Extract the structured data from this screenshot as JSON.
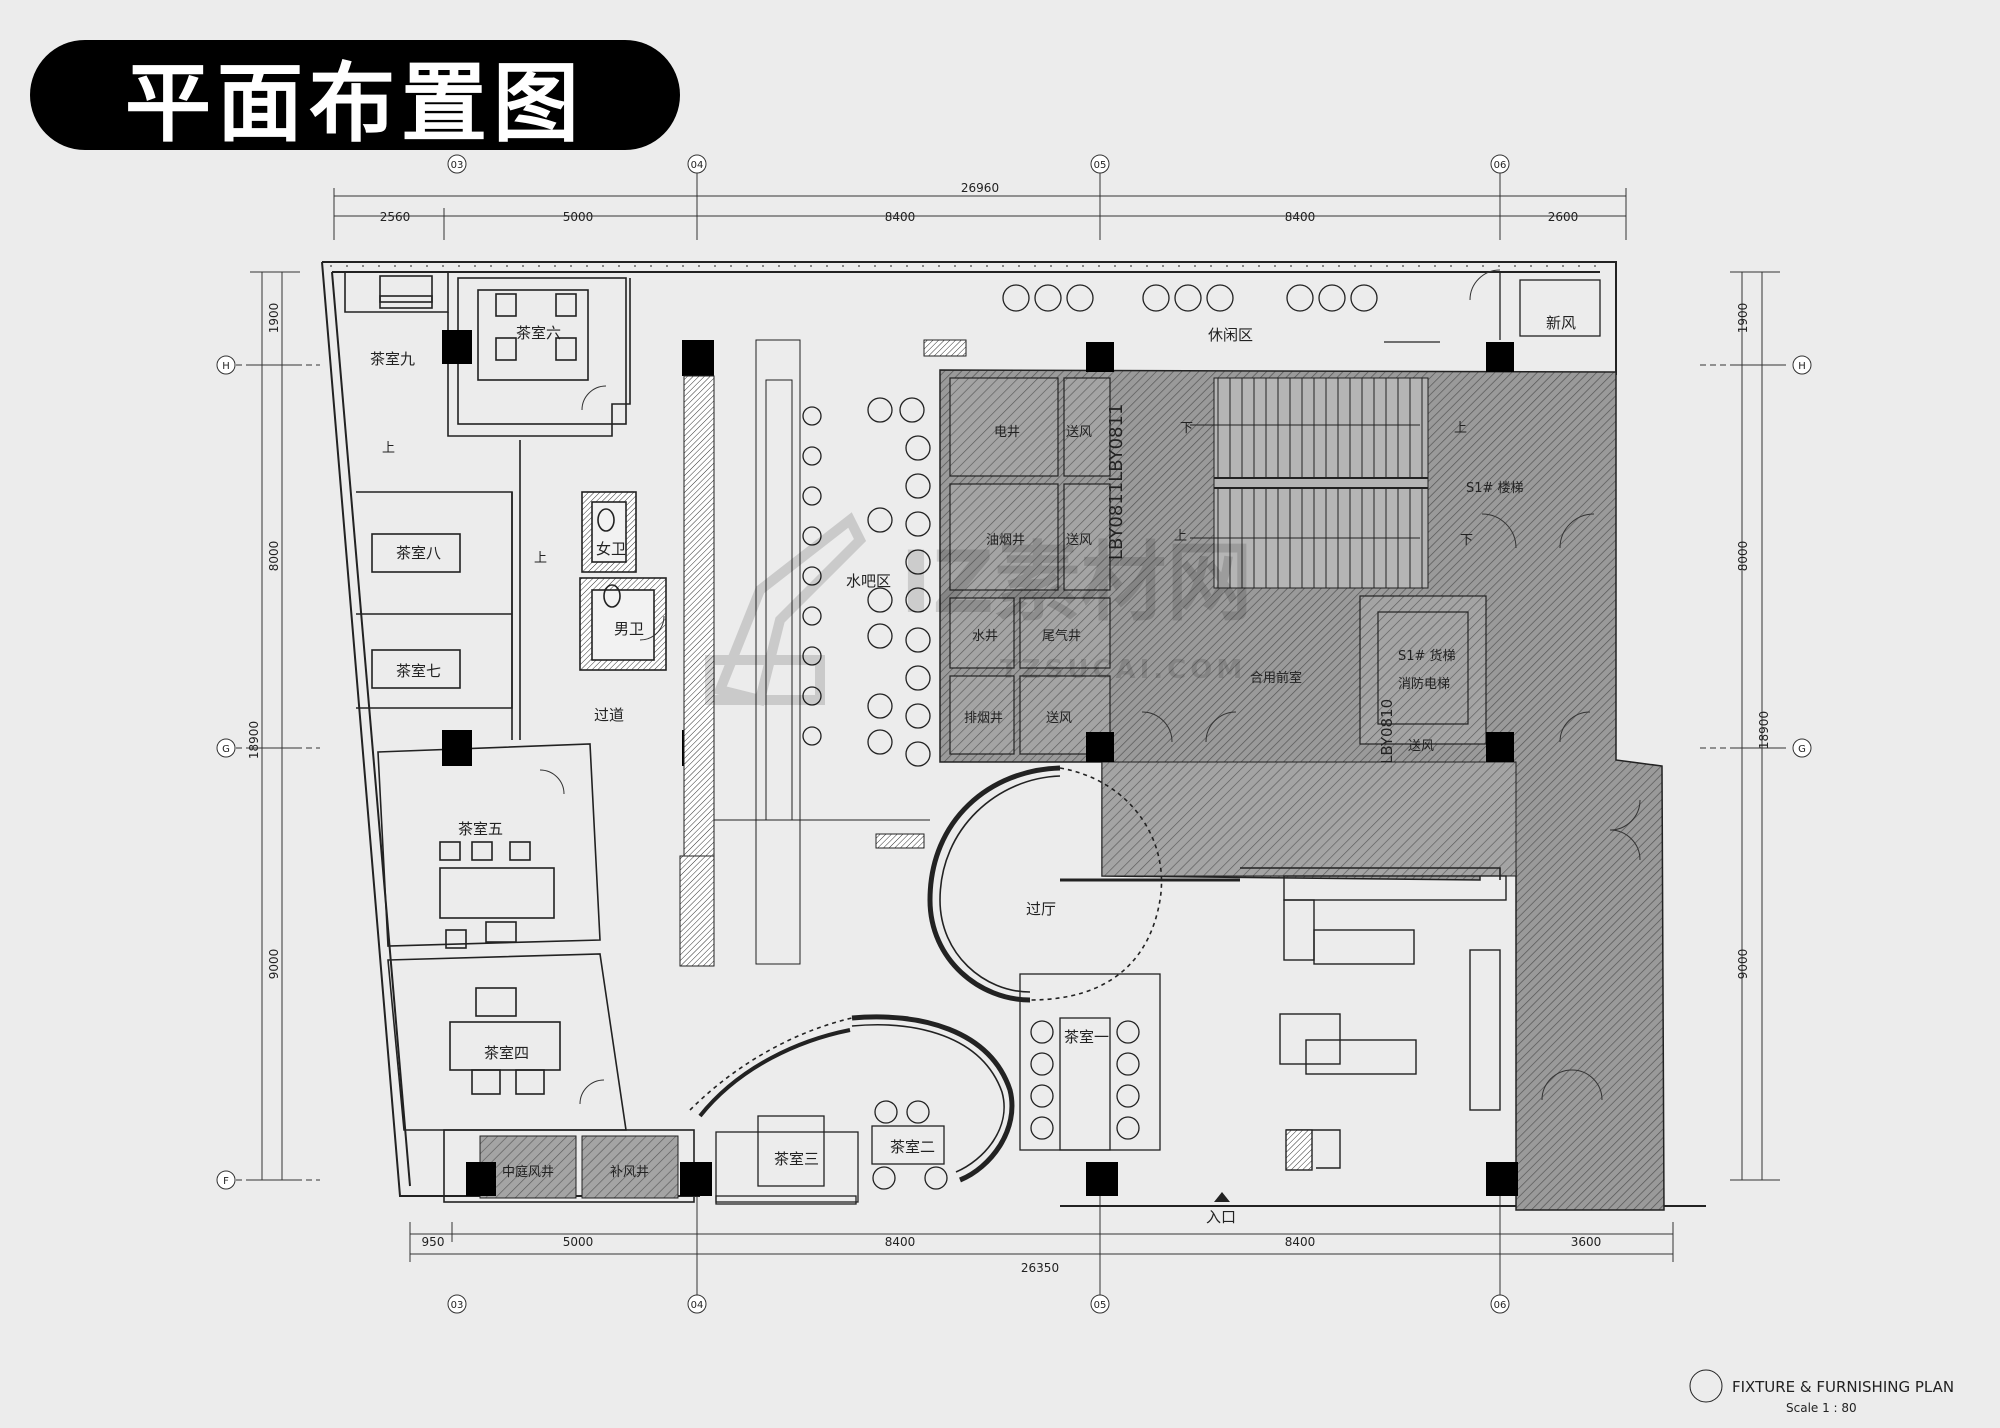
{
  "title": "平面布置图",
  "grid_columns": [
    "03",
    "04",
    "05",
    "06"
  ],
  "grid_rows": [
    "H",
    "G",
    "F"
  ],
  "top_dimensions": {
    "total": "26960",
    "segments": [
      "2560",
      "5000",
      "8400",
      "8400",
      "2600"
    ]
  },
  "bottom_dimensions": {
    "total": "26350",
    "segments": [
      "950",
      "5000",
      "8400",
      "8400",
      "3600"
    ]
  },
  "left_dimensions": {
    "total": "18900",
    "segments": [
      "1900",
      "8000",
      "9000"
    ]
  },
  "right_dimensions": {
    "total": "18900",
    "segments": [
      "1900",
      "8000",
      "9000"
    ]
  },
  "rooms": {
    "tea9": "茶室九",
    "tea6": "茶室六",
    "tea8": "茶室八",
    "tea7": "茶室七",
    "tea5": "茶室五",
    "tea4": "茶室四",
    "tea3": "茶室三",
    "tea2": "茶室二",
    "tea1": "茶室一",
    "female_wc": "女卫",
    "male_wc": "男卫",
    "corridor": "过道",
    "water_bar": "水吧区",
    "leisure": "休闲区",
    "fresh_air": "新风",
    "elec_shaft": "电井",
    "supply_air_1": "送风",
    "supply_air_2": "送风",
    "supply_air_3": "送风",
    "supply_air_4": "送风",
    "smoke_shaft": "油烟井",
    "water_shaft": "水井",
    "exhaust_shaft": "尾气井",
    "smoke_exhaust": "排烟井",
    "stair": "S1# 楼梯",
    "shared_front": "合用前室",
    "elevator": "S1# 货梯",
    "fire_elevator": "消防电梯",
    "hall": "过厅",
    "courtyard_shaft": "中庭风井",
    "makeup_shaft": "补风井",
    "entrance": "入口",
    "up": "上",
    "down": "下"
  },
  "vertical_code": "LBY0811LBY0811",
  "vertical_code_2": "LBY0810",
  "watermark": {
    "main": "IZ素材网",
    "sub": "TZSUCAI.COM"
  },
  "footer": {
    "plan_title": "FIXTURE & FURNISHING PLAN",
    "scale": "Scale 1 : 80"
  }
}
